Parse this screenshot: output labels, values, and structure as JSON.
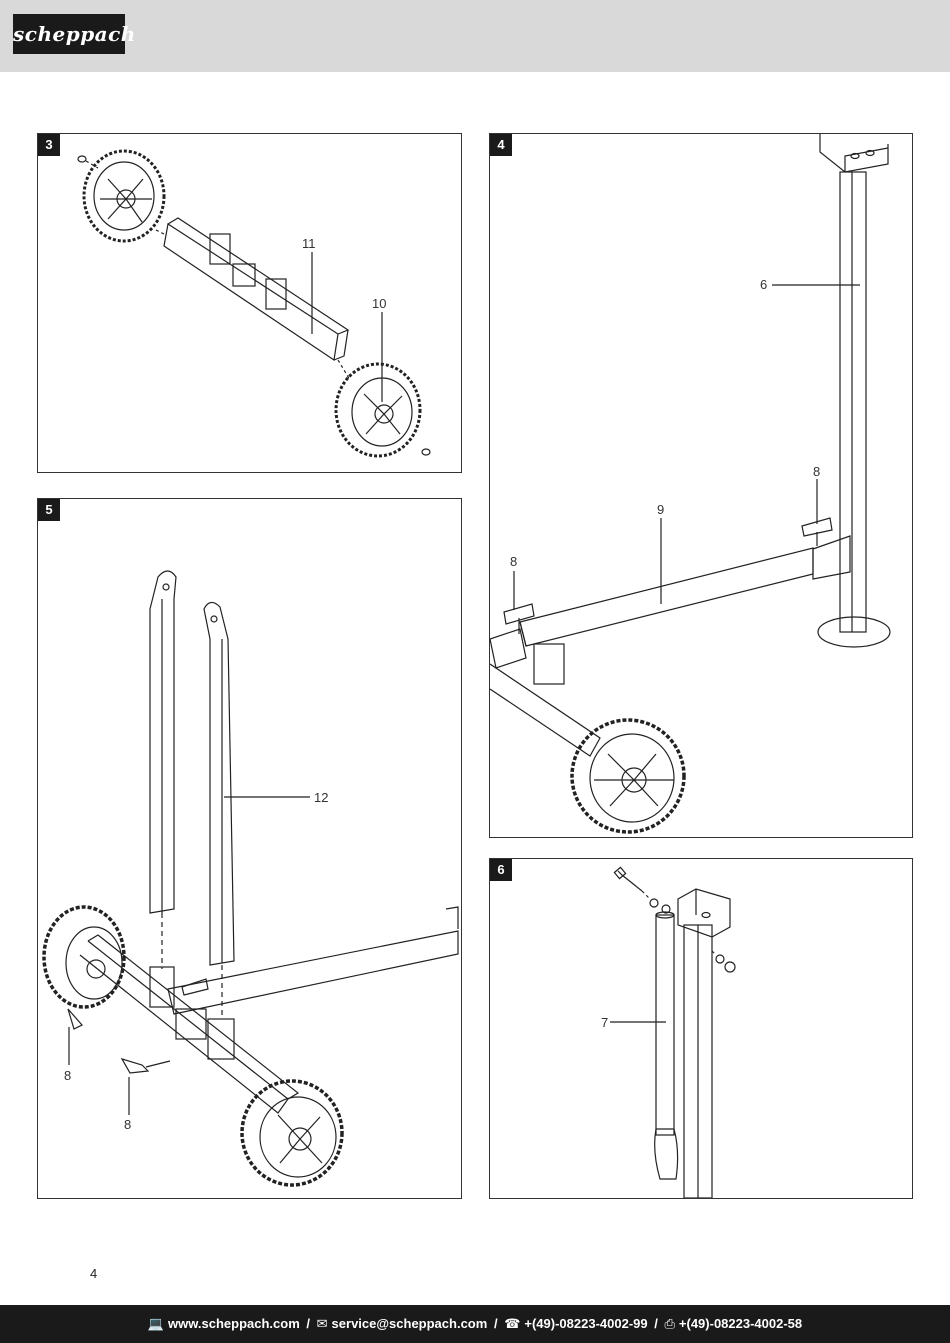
{
  "brand": "scheppach",
  "page_number": "4",
  "figures": [
    {
      "badge": "3",
      "callouts": [
        "11",
        "10"
      ]
    },
    {
      "badge": "4",
      "callouts": [
        "6",
        "8",
        "9",
        "8"
      ]
    },
    {
      "badge": "5",
      "callouts": [
        "12",
        "8",
        "8"
      ]
    },
    {
      "badge": "6",
      "callouts": [
        "7"
      ]
    }
  ],
  "footer": {
    "website": "www.scheppach.com",
    "email": "service@scheppach.com",
    "phone": "+(49)-08223-4002-99",
    "fax": "+(49)-08223-4002-58",
    "separator": "/",
    "icons": [
      "computer-icon",
      "mail-icon",
      "phone-icon",
      "fax-icon"
    ]
  }
}
